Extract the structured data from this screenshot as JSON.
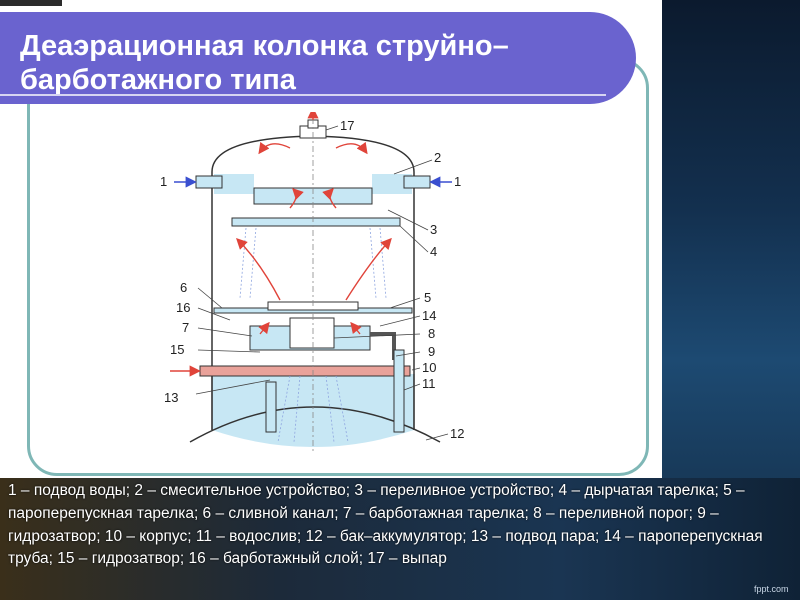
{
  "slide": {
    "title": "Деаэрационная колонка струйно–барботажного типа",
    "caption": "1 – подвод воды; 2 – смесительное устройство; 3 – переливное устройство; 4 – дырчатая тарелка; 5 – пароперепускная тарелка; 6 – сливной канал; 7 – барботажная тарелка; 8 – переливной порог; 9 – гидрозатвор; 10 – корпус; 11 – водослив; 12 – бак–аккумулятор; 13 – подвод пара; 14 – пароперепускная труба; 15 – гидрозатвор; 16 – барботажный слой; 17 – выпар",
    "brand": "fppt.com"
  },
  "diagram": {
    "labels": {
      "n1_left": "1",
      "n1_right": "1",
      "n2": "2",
      "n3": "3",
      "n4": "4",
      "n5": "5",
      "n6": "6",
      "n7": "7",
      "n8": "8",
      "n9": "9",
      "n10": "10",
      "n11": "11",
      "n12": "12",
      "n13": "13",
      "n14": "14",
      "n15": "15",
      "n16": "16",
      "n17": "17"
    },
    "colors": {
      "water": "#c7e7f4",
      "steam_arrow": "#e0443a",
      "water_arrow": "#3a4fd0",
      "outline": "#333333",
      "pipe": "#e9a29a"
    }
  }
}
